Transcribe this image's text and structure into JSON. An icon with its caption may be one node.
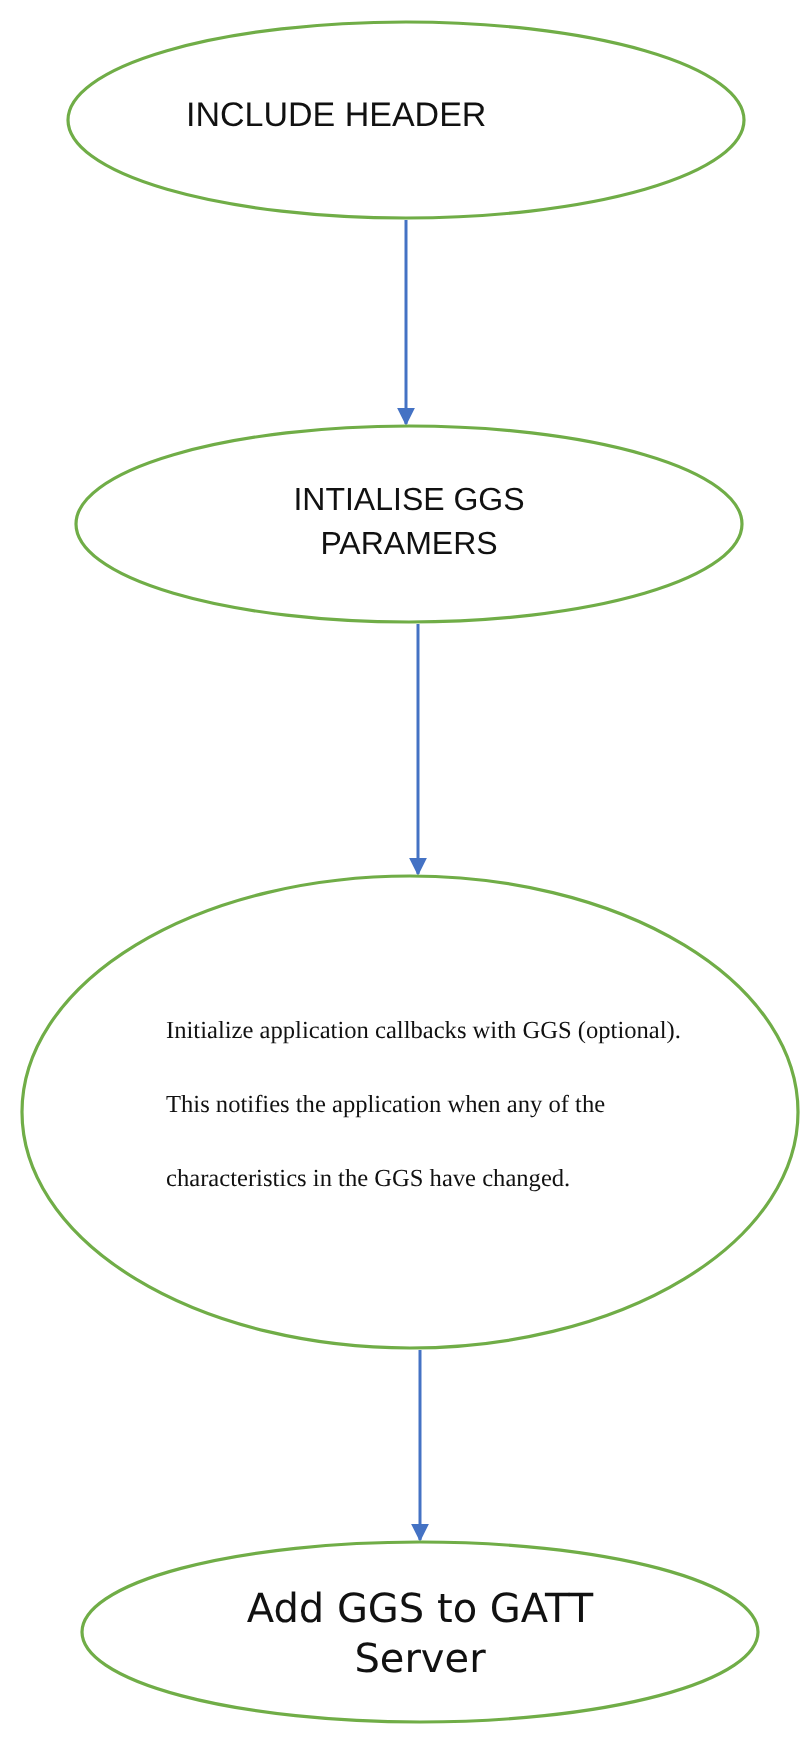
{
  "diagram": {
    "nodes": [
      {
        "text": [
          "INCLUDE HEADER"
        ]
      },
      {
        "text": [
          "INTIALISE GGS PARAMERS"
        ]
      },
      {
        "text": [
          "Initialize application callbacks with GGS (optional). This notifies the application when any of the characteristics in the GGS have changed."
        ]
      },
      {
        "text": [
          "Add GGS to GATT Server"
        ]
      }
    ],
    "edges": [
      {
        "from": 0,
        "to": 1,
        "arrow": "to"
      },
      {
        "from": 1,
        "to": 2,
        "arrow": "to"
      },
      {
        "from": 2,
        "to": 3,
        "arrow": "to"
      }
    ]
  }
}
